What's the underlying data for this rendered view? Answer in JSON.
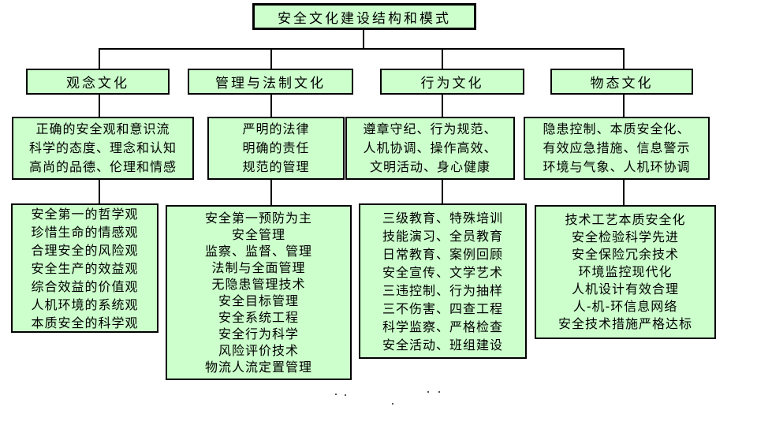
{
  "colors": {
    "box_fill": "#ccffcc",
    "box_border": "#000000",
    "connector": "#000000",
    "background": "#ffffff",
    "text": "#000000"
  },
  "diagram": {
    "title": "安全文化建设结构和模式",
    "branches": [
      {
        "label": "观念文化",
        "summary_lines": [
          "正确的安全观和意识流",
          "科学的态度、理念和认知",
          "高尚的品德、伦理和情感"
        ],
        "detail_lines": [
          "安全第一的哲学观",
          "珍惜生命的情感观",
          "合理安全的风险观",
          "安全生产的效益观",
          "综合效益的价值观",
          "人机环境的系统观",
          "本质安全的科学观"
        ]
      },
      {
        "label": "管理与法制文化",
        "summary_lines": [
          "严明的法律",
          "明确的责任",
          "规范的管理"
        ],
        "detail_lines": [
          "安全第一预防为主",
          "安全管理",
          "监察、监督、管理",
          "法制与全面管理",
          "无隐患管理技术",
          "安全目标管理",
          "安全系统工程",
          "安全行为科学",
          "风险评价技术",
          "物流人流定置管理"
        ]
      },
      {
        "label": "行为文化",
        "summary_lines": [
          "遵章守纪、行为规范、",
          "人机协调、操作高效、",
          "文明活动、身心健康"
        ],
        "detail_lines": [
          "三级教育、特殊培训",
          "技能演习、全员教育",
          "日常教育、案例回顾",
          "安全宣传、文学艺术",
          "三违控制、行为抽样",
          "三不伤害、四查工程",
          "科学监察、严格检查",
          "安全活动、班组建设"
        ]
      },
      {
        "label": "物态文化",
        "summary_lines": [
          "隐患控制、本质安全化、",
          "有效应急措施、信息警示",
          "环境与气象、人机环协调"
        ],
        "detail_lines": [
          "技术工艺本质安全化",
          "安全检验科学先进",
          "安全保险冗余技术",
          "环境监控现代化",
          "人机设计有效合理",
          "人-机-环信息网络",
          "安全技术措施严格达标"
        ]
      }
    ]
  }
}
